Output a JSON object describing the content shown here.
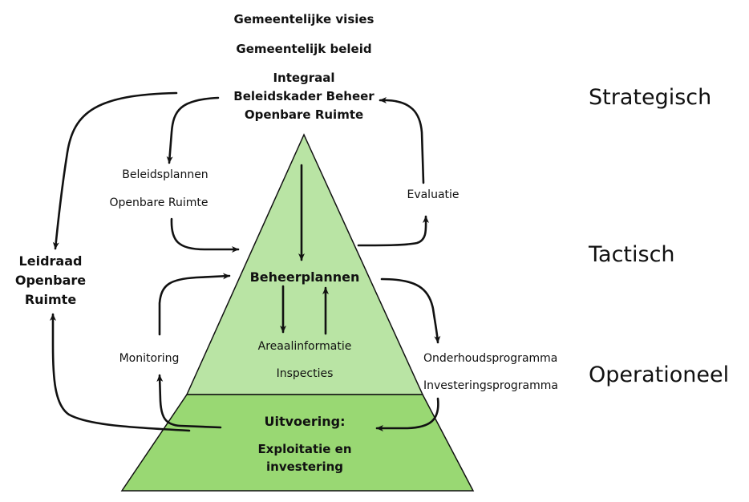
{
  "colors": {
    "pyramid_top": "#b9e4a4",
    "pyramid_bottom": "#99d873",
    "stroke": "#111111",
    "background": "#ffffff"
  },
  "top_labels": {
    "visions": "Gemeentelijke visies",
    "policy": "Gemeentelijk beleid",
    "framework_line1": "Integraal",
    "framework_line2": "Beleidskader Beheer",
    "framework_line3": "Openbare Ruimte"
  },
  "left_labels": {
    "policy_plans_line1": "Beleidsplannen",
    "policy_plans_line2": "Openbare Ruimte",
    "guideline_line1": "Leidraad",
    "guideline_line2": "Openbare",
    "guideline_line3": "Ruimte",
    "monitoring": "Monitoring"
  },
  "right_labels": {
    "evaluation": "Evaluatie",
    "maintenance_program": "Onderhoudsprogramma",
    "investment_program": "Investeringsprogramma"
  },
  "pyramid": {
    "management_plans": "Beheerplannen",
    "area_info": "Areaalinformatie",
    "inspections": "Inspecties",
    "execution": "Uitvoering:",
    "execution_sub_line1": "Exploitatie en",
    "execution_sub_line2": "investering"
  },
  "levels": {
    "strategic": "Strategisch",
    "tactical": "Tactisch",
    "operational": "Operationeel"
  }
}
